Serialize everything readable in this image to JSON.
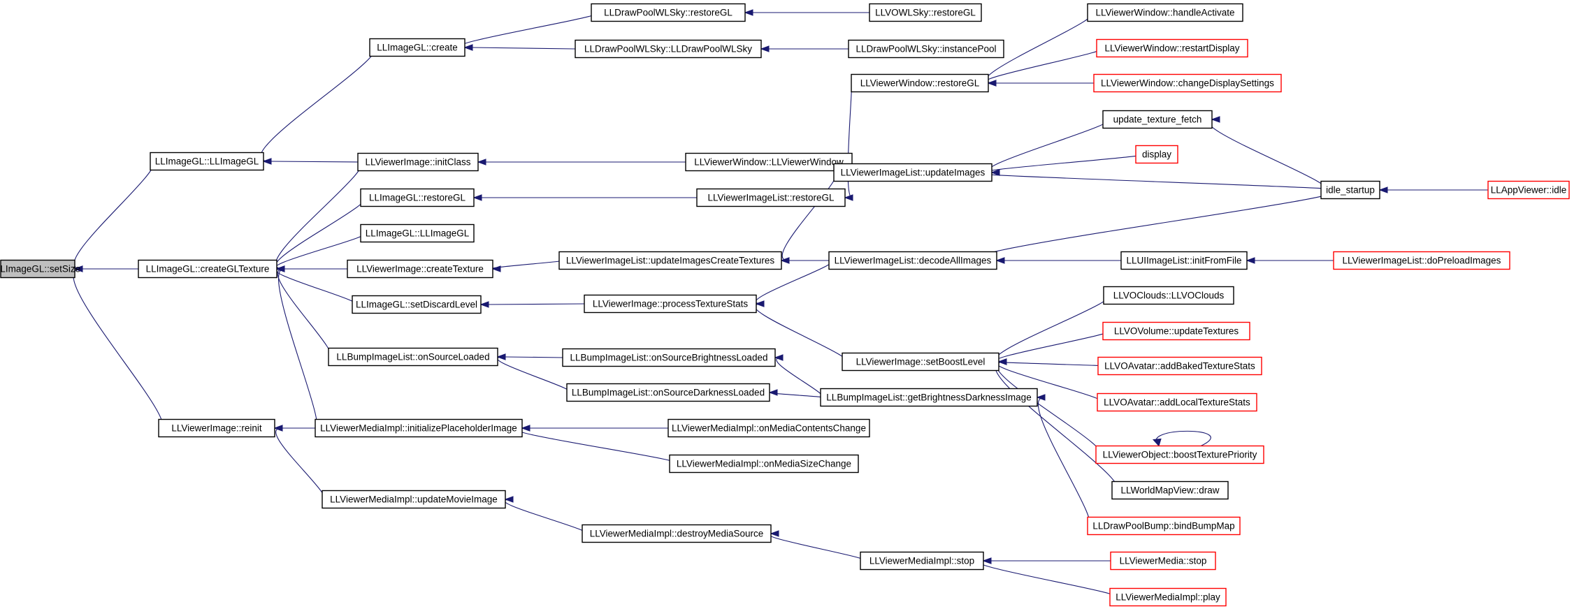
{
  "diagram": {
    "colors": {
      "edge": "#191970",
      "node_border": "#000000",
      "truncated_border": "#ff0000",
      "focus_fill": "#bfbfbf",
      "background": "#ffffff"
    },
    "nodes": [
      {
        "id": "n0",
        "label": "LLImageGL::setSize",
        "style": "focus"
      },
      {
        "id": "n1",
        "label": "LLImageGL::LLImageGL",
        "style": "normal"
      },
      {
        "id": "n2",
        "label": "LLImageGL::createGLTexture",
        "style": "normal"
      },
      {
        "id": "n3",
        "label": "LLViewerImage::reinit",
        "style": "normal"
      },
      {
        "id": "n4",
        "label": "LLImageGL::create",
        "style": "normal"
      },
      {
        "id": "n5",
        "label": "LLViewerImage::initClass",
        "style": "normal"
      },
      {
        "id": "n6",
        "label": "LLImageGL::restoreGL",
        "style": "normal"
      },
      {
        "id": "n7",
        "label": "LLImageGL::LLImageGL",
        "style": "normal"
      },
      {
        "id": "n8",
        "label": "LLViewerImage::createTexture",
        "style": "normal"
      },
      {
        "id": "n9",
        "label": "LLImageGL::setDiscardLevel",
        "style": "normal"
      },
      {
        "id": "n10",
        "label": "LLBumpImageList::onSourceLoaded",
        "style": "normal"
      },
      {
        "id": "n11",
        "label": "LLViewerMediaImpl::initializePlaceholderImage",
        "style": "normal"
      },
      {
        "id": "n12",
        "label": "LLViewerMediaImpl::updateMovieImage",
        "style": "normal"
      },
      {
        "id": "n13",
        "label": "LLDrawPoolWLSky::restoreGL",
        "style": "normal"
      },
      {
        "id": "n14",
        "label": "LLDrawPoolWLSky::LLDrawPoolWLSky",
        "style": "normal"
      },
      {
        "id": "n15",
        "label": "LLVOWLSky::restoreGL",
        "style": "normal"
      },
      {
        "id": "n16",
        "label": "LLDrawPoolWLSky::instancePool",
        "style": "normal"
      },
      {
        "id": "n17",
        "label": "LLViewerWindow::LLViewerWindow",
        "style": "normal"
      },
      {
        "id": "n18",
        "label": "LLViewerImageList::restoreGL",
        "style": "normal"
      },
      {
        "id": "n19",
        "label": "LLViewerImageList::updateImagesCreateTextures",
        "style": "normal"
      },
      {
        "id": "n20",
        "label": "LLViewerImage::processTextureStats",
        "style": "normal"
      },
      {
        "id": "n21",
        "label": "LLBumpImageList::onSourceBrightnessLoaded",
        "style": "normal"
      },
      {
        "id": "n22",
        "label": "LLBumpImageList::onSourceDarknessLoaded",
        "style": "normal"
      },
      {
        "id": "n23",
        "label": "LLViewerMediaImpl::onMediaContentsChange",
        "style": "normal"
      },
      {
        "id": "n24",
        "label": "LLViewerMediaImpl::onMediaSizeChange",
        "style": "normal"
      },
      {
        "id": "n25",
        "label": "LLViewerMediaImpl::destroyMediaSource",
        "style": "normal"
      },
      {
        "id": "n26",
        "label": "LLViewerWindow::restoreGL",
        "style": "normal"
      },
      {
        "id": "n27",
        "label": "LLViewerImageList::updateImages",
        "style": "normal"
      },
      {
        "id": "n28",
        "label": "LLViewerImageList::decodeAllImages",
        "style": "normal"
      },
      {
        "id": "n29",
        "label": "LLViewerImage::setBoostLevel",
        "style": "normal"
      },
      {
        "id": "n30",
        "label": "LLBumpImageList::getBrightnessDarknessImage",
        "style": "normal"
      },
      {
        "id": "n31",
        "label": "LLViewerMediaImpl::stop",
        "style": "normal"
      },
      {
        "id": "n32",
        "label": "LLViewerWindow::handleActivate",
        "style": "normal"
      },
      {
        "id": "n33",
        "label": "LLViewerWindow::restartDisplay",
        "style": "truncated"
      },
      {
        "id": "n34",
        "label": "LLViewerWindow::changeDisplaySettings",
        "style": "truncated"
      },
      {
        "id": "n35",
        "label": "update_texture_fetch",
        "style": "normal"
      },
      {
        "id": "n36",
        "label": "display",
        "style": "truncated"
      },
      {
        "id": "n37",
        "label": "idle_startup",
        "style": "normal"
      },
      {
        "id": "n38",
        "label": "LLUIImageList::initFromFile",
        "style": "normal"
      },
      {
        "id": "n39",
        "label": "LLVOClouds::LLVOClouds",
        "style": "normal"
      },
      {
        "id": "n40",
        "label": "LLVOVolume::updateTextures",
        "style": "truncated"
      },
      {
        "id": "n41",
        "label": "LLVOAvatar::addBakedTextureStats",
        "style": "truncated"
      },
      {
        "id": "n42",
        "label": "LLVOAvatar::addLocalTextureStats",
        "style": "truncated"
      },
      {
        "id": "n43",
        "label": "LLViewerObject::boostTexturePriority",
        "style": "truncated"
      },
      {
        "id": "n44",
        "label": "LLWorldMapView::draw",
        "style": "normal"
      },
      {
        "id": "n45",
        "label": "LLDrawPoolBump::bindBumpMap",
        "style": "truncated"
      },
      {
        "id": "n46",
        "label": "LLViewerMedia::stop",
        "style": "truncated"
      },
      {
        "id": "n47",
        "label": "LLViewerMediaImpl::play",
        "style": "truncated"
      },
      {
        "id": "n48",
        "label": "LLAppViewer::idle",
        "style": "truncated"
      },
      {
        "id": "n49",
        "label": "LLViewerImageList::doPreloadImages",
        "style": "truncated"
      }
    ],
    "edges": [
      {
        "from": "n1",
        "to": "n0"
      },
      {
        "from": "n2",
        "to": "n0"
      },
      {
        "from": "n3",
        "to": "n0"
      },
      {
        "from": "n4",
        "to": "n1"
      },
      {
        "from": "n5",
        "to": "n1"
      },
      {
        "from": "n5",
        "to": "n2"
      },
      {
        "from": "n6",
        "to": "n2"
      },
      {
        "from": "n7",
        "to": "n2"
      },
      {
        "from": "n8",
        "to": "n2"
      },
      {
        "from": "n9",
        "to": "n2"
      },
      {
        "from": "n10",
        "to": "n2"
      },
      {
        "from": "n11",
        "to": "n2"
      },
      {
        "from": "n11",
        "to": "n3"
      },
      {
        "from": "n12",
        "to": "n3"
      },
      {
        "from": "n13",
        "to": "n4"
      },
      {
        "from": "n14",
        "to": "n4"
      },
      {
        "from": "n15",
        "to": "n13"
      },
      {
        "from": "n16",
        "to": "n14"
      },
      {
        "from": "n17",
        "to": "n5"
      },
      {
        "from": "n18",
        "to": "n6"
      },
      {
        "from": "n19",
        "to": "n8"
      },
      {
        "from": "n20",
        "to": "n9"
      },
      {
        "from": "n21",
        "to": "n10"
      },
      {
        "from": "n22",
        "to": "n10"
      },
      {
        "from": "n23",
        "to": "n11"
      },
      {
        "from": "n24",
        "to": "n11"
      },
      {
        "from": "n25",
        "to": "n12"
      },
      {
        "from": "n26",
        "to": "n18"
      },
      {
        "from": "n27",
        "to": "n19"
      },
      {
        "from": "n28",
        "to": "n19"
      },
      {
        "from": "n28",
        "to": "n20"
      },
      {
        "from": "n29",
        "to": "n20"
      },
      {
        "from": "n30",
        "to": "n21"
      },
      {
        "from": "n30",
        "to": "n22"
      },
      {
        "from": "n31",
        "to": "n25"
      },
      {
        "from": "n32",
        "to": "n26"
      },
      {
        "from": "n33",
        "to": "n26"
      },
      {
        "from": "n34",
        "to": "n26"
      },
      {
        "from": "n35",
        "to": "n27"
      },
      {
        "from": "n36",
        "to": "n27"
      },
      {
        "from": "n37",
        "to": "n27"
      },
      {
        "from": "n37",
        "to": "n28"
      },
      {
        "from": "n38",
        "to": "n28"
      },
      {
        "from": "n39",
        "to": "n29"
      },
      {
        "from": "n40",
        "to": "n29"
      },
      {
        "from": "n41",
        "to": "n29"
      },
      {
        "from": "n42",
        "to": "n29"
      },
      {
        "from": "n43",
        "to": "n29"
      },
      {
        "from": "n44",
        "to": "n29"
      },
      {
        "from": "n45",
        "to": "n30"
      },
      {
        "from": "n46",
        "to": "n31"
      },
      {
        "from": "n47",
        "to": "n31"
      },
      {
        "from": "n37",
        "to": "n35"
      },
      {
        "from": "n48",
        "to": "n37"
      },
      {
        "from": "n49",
        "to": "n38"
      },
      {
        "from": "n43",
        "to": "n43"
      }
    ]
  }
}
